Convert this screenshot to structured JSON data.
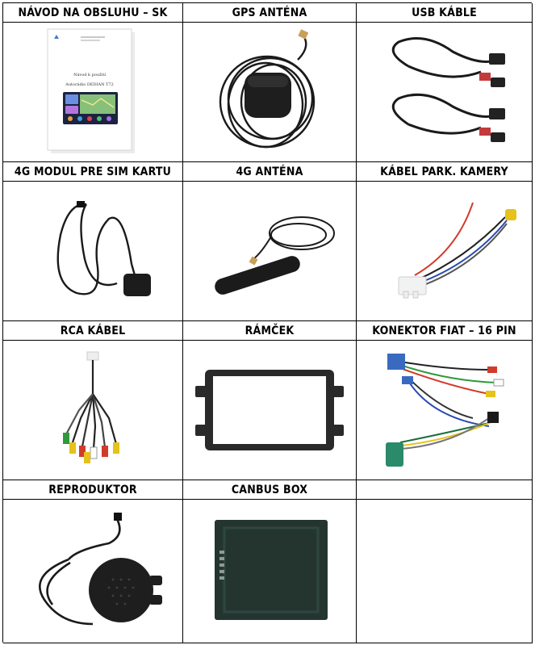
{
  "rows": [
    {
      "headers": [
        "NÁVOD NA OBSLUHU – SK",
        "GPS ANTÉNA",
        "USB KÁBLE"
      ]
    },
    {
      "headers": [
        "4G MODUL PRE SIM KARTU",
        "4G ANTÉNA",
        "KÁBEL PARK. KAMERY"
      ]
    },
    {
      "headers": [
        "RCA KÁBEL",
        "RÁMČEK",
        "KONEKTOR FIAT – 16 PIN"
      ]
    },
    {
      "headers": [
        "REPRODUKTOR",
        "CANBUS BOX",
        ""
      ]
    }
  ],
  "manual": {
    "line1": "Návod k použití",
    "line2": "Autorádio DEDIAN T72"
  }
}
